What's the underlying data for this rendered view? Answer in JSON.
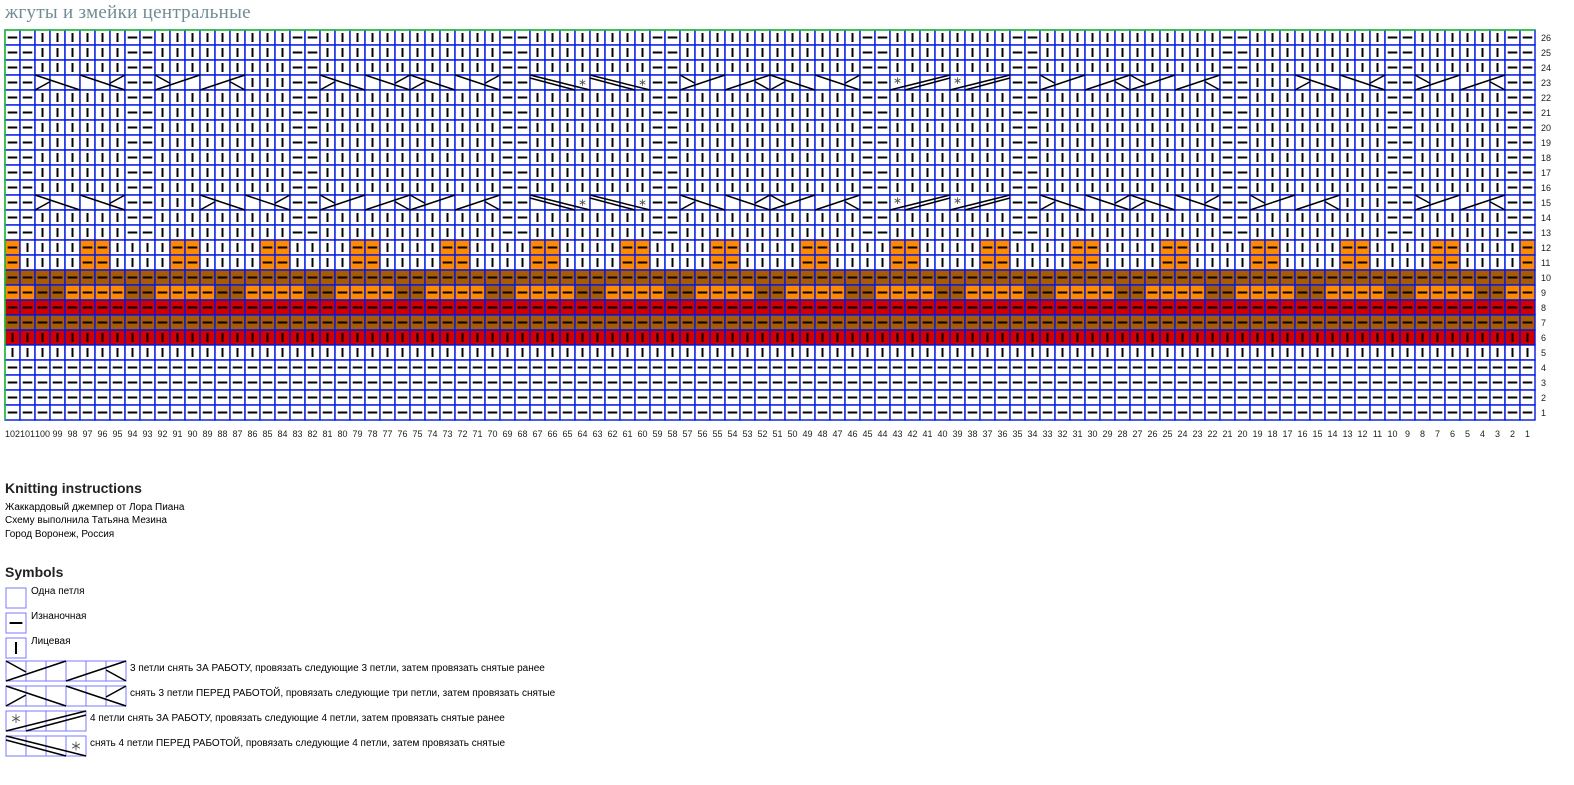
{
  "title": "жгуты и змейки центральные",
  "instructions": {
    "heading": "Knitting instructions",
    "lines": [
      "Жаккардовый джемпер от Лора Пиана",
      "Схему выполнила Татьяна Мезина",
      "Город Воронеж, Россия"
    ]
  },
  "symbols": {
    "heading": "Symbols",
    "items": [
      {
        "type": "empty",
        "label": "Одна петля"
      },
      {
        "type": "purl",
        "label": "Изнаночная"
      },
      {
        "type": "knit",
        "label": "Лицевая"
      },
      {
        "type": "cable3F",
        "label": "3 петли снять ЗА РАБОТУ, провязать следующие 3 петли, затем провязать снятые ранее"
      },
      {
        "type": "cable3B",
        "label": "снять 3 петли ПЕРЕД РАБОТОЙ, провязать следующие три петли, затем провязать снятые"
      },
      {
        "type": "cable4L",
        "label": "4 петли снять ЗА РАБОТУ, провязать следующие 4 петли, затем провязать снятые ранее"
      },
      {
        "type": "cable4R",
        "label": "снять 4 петли ПЕРЕД РАБОТОЙ, провязать следующие 4 петли, затем провязать снятые"
      }
    ]
  },
  "colors": {
    "white": "#ffffff",
    "orange": "#ff8a00",
    "brown": "#a95a05",
    "red": "#d00000",
    "grid": "#0018e0",
    "border": "#22cc22",
    "legend_grid": "#7a7aff"
  },
  "chart_data": {
    "type": "knitting-chart",
    "columns": 102,
    "rows": 26,
    "column_labels": [
      102,
      101,
      100,
      99,
      98,
      97,
      96,
      95,
      94,
      93,
      92,
      91,
      90,
      89,
      88,
      87,
      86,
      85,
      84,
      83,
      82,
      81,
      80,
      79,
      78,
      77,
      76,
      75,
      74,
      73,
      72,
      71,
      70,
      69,
      68,
      67,
      66,
      65,
      64,
      63,
      62,
      61,
      60,
      59,
      58,
      57,
      56,
      55,
      54,
      53,
      52,
      51,
      50,
      49,
      48,
      47,
      46,
      45,
      44,
      43,
      42,
      41,
      40,
      39,
      38,
      37,
      36,
      35,
      34,
      33,
      32,
      31,
      30,
      29,
      28,
      27,
      26,
      25,
      24,
      23,
      22,
      21,
      20,
      19,
      18,
      17,
      16,
      15,
      14,
      13,
      12,
      11,
      10,
      9,
      8,
      7,
      6,
      5,
      4,
      3,
      2,
      1
    ],
    "row_labels": [
      1,
      2,
      3,
      4,
      5,
      6,
      7,
      8,
      9,
      10,
      11,
      12,
      13,
      14,
      15,
      16,
      17,
      18,
      19,
      20,
      21,
      22,
      23,
      24,
      25,
      26
    ],
    "background_runs": [
      [
        "p",
        2
      ],
      [
        "k",
        6
      ],
      [
        "p",
        2
      ],
      [
        "k",
        9
      ],
      [
        "p",
        2
      ],
      [
        "k",
        12
      ],
      [
        "p",
        2
      ],
      [
        "k",
        8
      ],
      [
        "p",
        2
      ],
      [
        "k",
        12
      ],
      [
        "p",
        2
      ],
      [
        "k",
        8
      ],
      [
        "p",
        2
      ],
      [
        "k",
        12
      ],
      [
        "p",
        2
      ],
      [
        "k",
        9
      ],
      [
        "p",
        2
      ],
      [
        "k",
        6
      ],
      [
        "p",
        2
      ]
    ],
    "row_specs": [
      {
        "rows": [
          1,
          2,
          3,
          4
        ],
        "runs": [
          [
            "p",
            102,
            "white"
          ]
        ]
      },
      {
        "rows": [
          5
        ],
        "runs": [
          [
            "k",
            102,
            "white"
          ]
        ]
      },
      {
        "rows": [
          6
        ],
        "runs": [
          [
            "k",
            102,
            "red"
          ]
        ]
      },
      {
        "rows": [
          7
        ],
        "runs": [
          [
            "p",
            102,
            "brown"
          ]
        ]
      },
      {
        "rows": [
          8
        ],
        "runs": [
          [
            "p",
            102,
            "red"
          ]
        ]
      },
      {
        "rows": [
          9
        ],
        "runs": [
          [
            "p",
            2,
            "orange"
          ],
          {
            "repeat": 16,
            "runs": [
              [
                "p",
                2,
                "brown"
              ],
              [
                "p",
                4,
                "orange"
              ]
            ]
          },
          [
            "p",
            2,
            "brown"
          ],
          [
            "p",
            2,
            "orange"
          ]
        ]
      },
      {
        "rows": [
          10
        ],
        "runs": [
          [
            "p",
            102,
            "brown"
          ]
        ]
      },
      {
        "rows": [
          11,
          12
        ],
        "runs": [
          [
            "p",
            1,
            "orange"
          ],
          {
            "repeat": 16,
            "runs": [
              [
                "k",
                4,
                "white"
              ],
              [
                "p",
                2,
                "orange"
              ]
            ]
          },
          [
            "k",
            4,
            "white"
          ],
          [
            "p",
            1,
            "orange"
          ]
        ]
      },
      {
        "rows": [
          13,
          14,
          15,
          16,
          17,
          18,
          19,
          20,
          21,
          22,
          23,
          24,
          25,
          26
        ],
        "runs": "background"
      }
    ],
    "cables": [
      {
        "row": 23,
        "type": "cable3B",
        "cols": [
          100,
          95
        ]
      },
      {
        "row": 23,
        "type": "cable3F",
        "cols": [
          92,
          87
        ]
      },
      {
        "row": 23,
        "type": "cable3B",
        "cols": [
          81,
          76
        ]
      },
      {
        "row": 23,
        "type": "cable3B",
        "cols": [
          75,
          70
        ]
      },
      {
        "row": 23,
        "type": "cable4R",
        "cols": [
          67,
          64
        ]
      },
      {
        "row": 23,
        "type": "cable4R",
        "cols": [
          63,
          60
        ]
      },
      {
        "row": 23,
        "type": "cable3F",
        "cols": [
          57,
          52
        ]
      },
      {
        "row": 23,
        "type": "cable3B",
        "cols": [
          51,
          46
        ]
      },
      {
        "row": 23,
        "type": "cable4L",
        "cols": [
          43,
          40
        ]
      },
      {
        "row": 23,
        "type": "cable4L",
        "cols": [
          39,
          36
        ]
      },
      {
        "row": 23,
        "type": "cable3F",
        "cols": [
          33,
          28
        ]
      },
      {
        "row": 23,
        "type": "cable3F",
        "cols": [
          27,
          22
        ]
      },
      {
        "row": 23,
        "type": "cable3B",
        "cols": [
          16,
          11
        ]
      },
      {
        "row": 23,
        "type": "cable3F",
        "cols": [
          8,
          3
        ]
      },
      {
        "row": 15,
        "type": "cable3B",
        "cols": [
          100,
          95
        ]
      },
      {
        "row": 15,
        "type": "cable3B",
        "cols": [
          89,
          84
        ]
      },
      {
        "row": 15,
        "type": "cable3F",
        "cols": [
          81,
          76
        ]
      },
      {
        "row": 15,
        "type": "cable3F",
        "cols": [
          75,
          70
        ]
      },
      {
        "row": 15,
        "type": "cable4R",
        "cols": [
          67,
          64
        ]
      },
      {
        "row": 15,
        "type": "cable4R",
        "cols": [
          63,
          60
        ]
      },
      {
        "row": 15,
        "type": "cable3B",
        "cols": [
          57,
          52
        ]
      },
      {
        "row": 15,
        "type": "cable3F",
        "cols": [
          51,
          46
        ]
      },
      {
        "row": 15,
        "type": "cable4L",
        "cols": [
          43,
          40
        ]
      },
      {
        "row": 15,
        "type": "cable4L",
        "cols": [
          39,
          36
        ]
      },
      {
        "row": 15,
        "type": "cable3B",
        "cols": [
          33,
          28
        ]
      },
      {
        "row": 15,
        "type": "cable3B",
        "cols": [
          27,
          22
        ]
      },
      {
        "row": 15,
        "type": "cable3F",
        "cols": [
          19,
          14
        ]
      },
      {
        "row": 15,
        "type": "cable3F",
        "cols": [
          8,
          3
        ]
      }
    ]
  }
}
